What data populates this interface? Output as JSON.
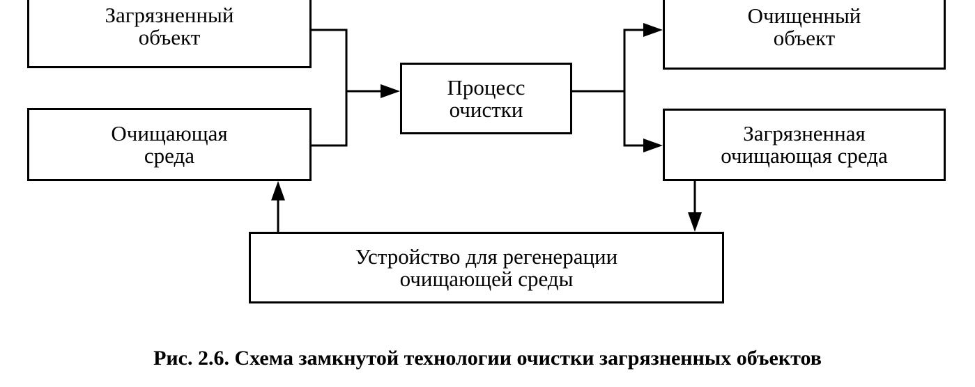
{
  "diagram": {
    "nodes": {
      "dirty_object": "Загрязненный\nобъект",
      "cleaning_medium": "Очищающая\nсреда",
      "cleaning_process": "Процесс\nочистки",
      "clean_object": "Очищенный\nобъект",
      "dirty_medium": "Загрязненная\nочищающая среда",
      "regeneration_device": "Устройство для регенерации\nочищающей среды"
    },
    "edges": [
      {
        "from": "dirty_object",
        "to": "cleaning_process"
      },
      {
        "from": "cleaning_medium",
        "to": "cleaning_process"
      },
      {
        "from": "cleaning_process",
        "to": "clean_object"
      },
      {
        "from": "cleaning_process",
        "to": "dirty_medium"
      },
      {
        "from": "dirty_medium",
        "to": "regeneration_device"
      },
      {
        "from": "regeneration_device",
        "to": "cleaning_medium"
      }
    ],
    "caption": "Рис. 2.6. Схема замкнутой технологии очистки загрязненных объектов"
  },
  "colors": {
    "line": "#000000",
    "background": "#ffffff"
  }
}
